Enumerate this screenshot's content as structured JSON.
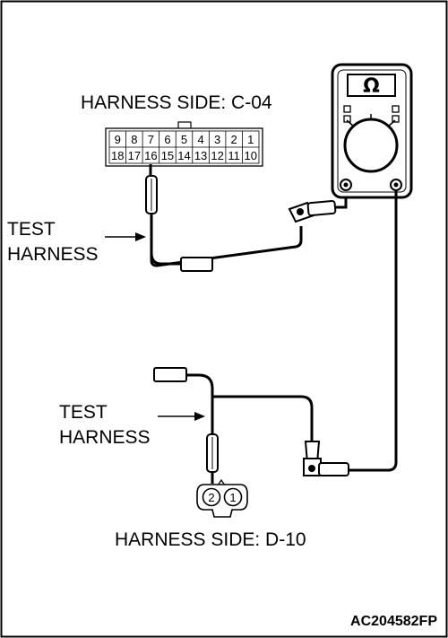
{
  "connector_c04": {
    "title": "HARNESS SIDE: C-04",
    "top_pins": [
      "9",
      "8",
      "7",
      "6",
      "5",
      "4",
      "3",
      "2",
      "1"
    ],
    "bottom_pins": [
      "18",
      "17",
      "16",
      "15",
      "14",
      "13",
      "12",
      "11",
      "10"
    ]
  },
  "connector_d10": {
    "title": "HARNESS SIDE: D-10",
    "pins": [
      "2",
      "1"
    ]
  },
  "test_harness_upper": {
    "line1": "TEST",
    "line2": "HARNESS"
  },
  "test_harness_lower": {
    "line1": "TEST",
    "line2": "HARNESS"
  },
  "multimeter": {
    "symbol": "Ω"
  },
  "figure_code": "AC204582FP"
}
